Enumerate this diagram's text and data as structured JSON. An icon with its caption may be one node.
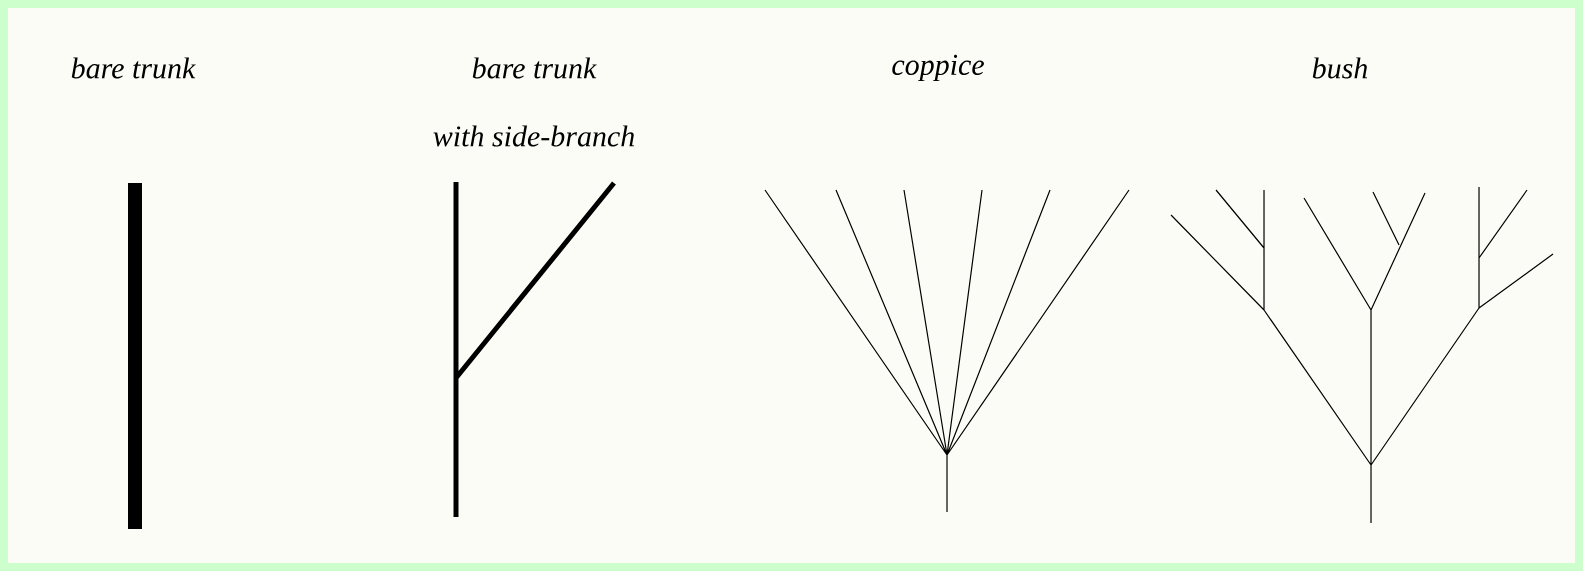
{
  "diagram": {
    "labels": [
      "bare trunk",
      "bare trunk",
      "with side-branch",
      "coppice",
      "bush"
    ]
  }
}
